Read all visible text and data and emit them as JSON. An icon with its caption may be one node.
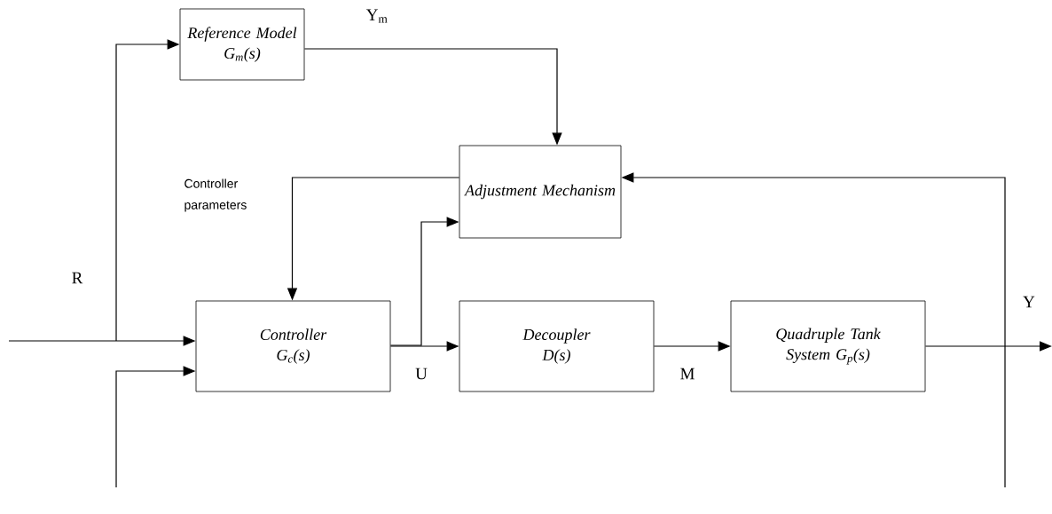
{
  "diagram": {
    "nodes": [
      {
        "text": [
          "Reference Model",
          "G$_{m}$(s)"
        ]
      },
      {
        "text": [
          "Adjustment Mechanism"
        ]
      },
      {
        "text": [
          "Controller",
          "G$_{c}$(s)"
        ]
      },
      {
        "text": [
          "Decoupler",
          "D(s)"
        ]
      },
      {
        "text": [
          "Quadruple Tank System G$_{p}$(s)"
        ]
      }
    ],
    "edges": [
      {
        "from": null,
        "to": 2,
        "arrow": "to",
        "label": "R"
      },
      {
        "from": null,
        "to": 0,
        "arrow": "to"
      },
      {
        "from": 0,
        "to": 1,
        "arrow": "to",
        "label": "Y$_{m}$"
      },
      {
        "from": 1,
        "to": 2,
        "arrow": "to",
        "label": "Controller parameters"
      },
      {
        "from": 2,
        "to": 1,
        "arrow": "to"
      },
      {
        "from": 2,
        "to": 3,
        "arrow": "to",
        "label": "U"
      },
      {
        "from": 3,
        "to": 4,
        "arrow": "to",
        "label": "M"
      },
      {
        "from": 4,
        "to": null,
        "arrow": "to",
        "label": "Y"
      },
      {
        "from": null,
        "to": 1,
        "arrow": "to"
      },
      {
        "from": null,
        "to": 2,
        "arrow": "to"
      }
    ]
  }
}
